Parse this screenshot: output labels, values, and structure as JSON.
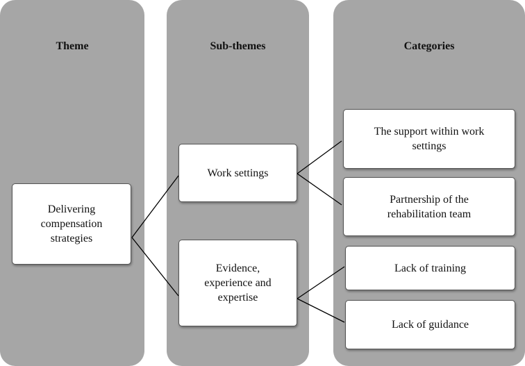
{
  "columns": {
    "theme": "Theme",
    "sub_themes": "Sub-themes",
    "categories": "Categories"
  },
  "theme_box": "Delivering\ncompensation\nstrategies",
  "sub_theme_boxes": [
    "Work settings",
    "Evidence,\nexperience  and\nexpertise"
  ],
  "category_boxes": [
    "The support within work\nsettings",
    "Partnership of the\nrehabilitation team",
    "Lack of training",
    "Lack of guidance"
  ],
  "colors": {
    "column_fill": "#a6a6a6",
    "box_fill": "#ffffff",
    "line": "#000000"
  }
}
